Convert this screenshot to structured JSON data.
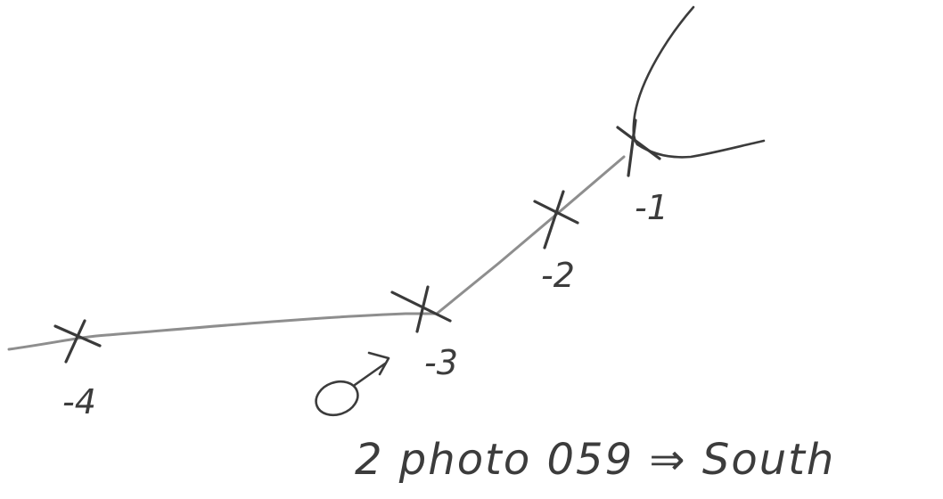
{
  "colors": {
    "background": "#ffffff",
    "path_line": "#8e8e8e",
    "pen": "#3c3c3c"
  },
  "markers": [
    {
      "id": "m1",
      "label": "-1"
    },
    {
      "id": "m2",
      "label": "-2"
    },
    {
      "id": "m3",
      "label": "-3"
    },
    {
      "id": "m4",
      "label": "-4"
    }
  ],
  "note": {
    "text": "2 photo 059 ⇒ South"
  },
  "icons": [
    "cross-marker-icon",
    "male-symbol-icon",
    "arrow-icon"
  ]
}
